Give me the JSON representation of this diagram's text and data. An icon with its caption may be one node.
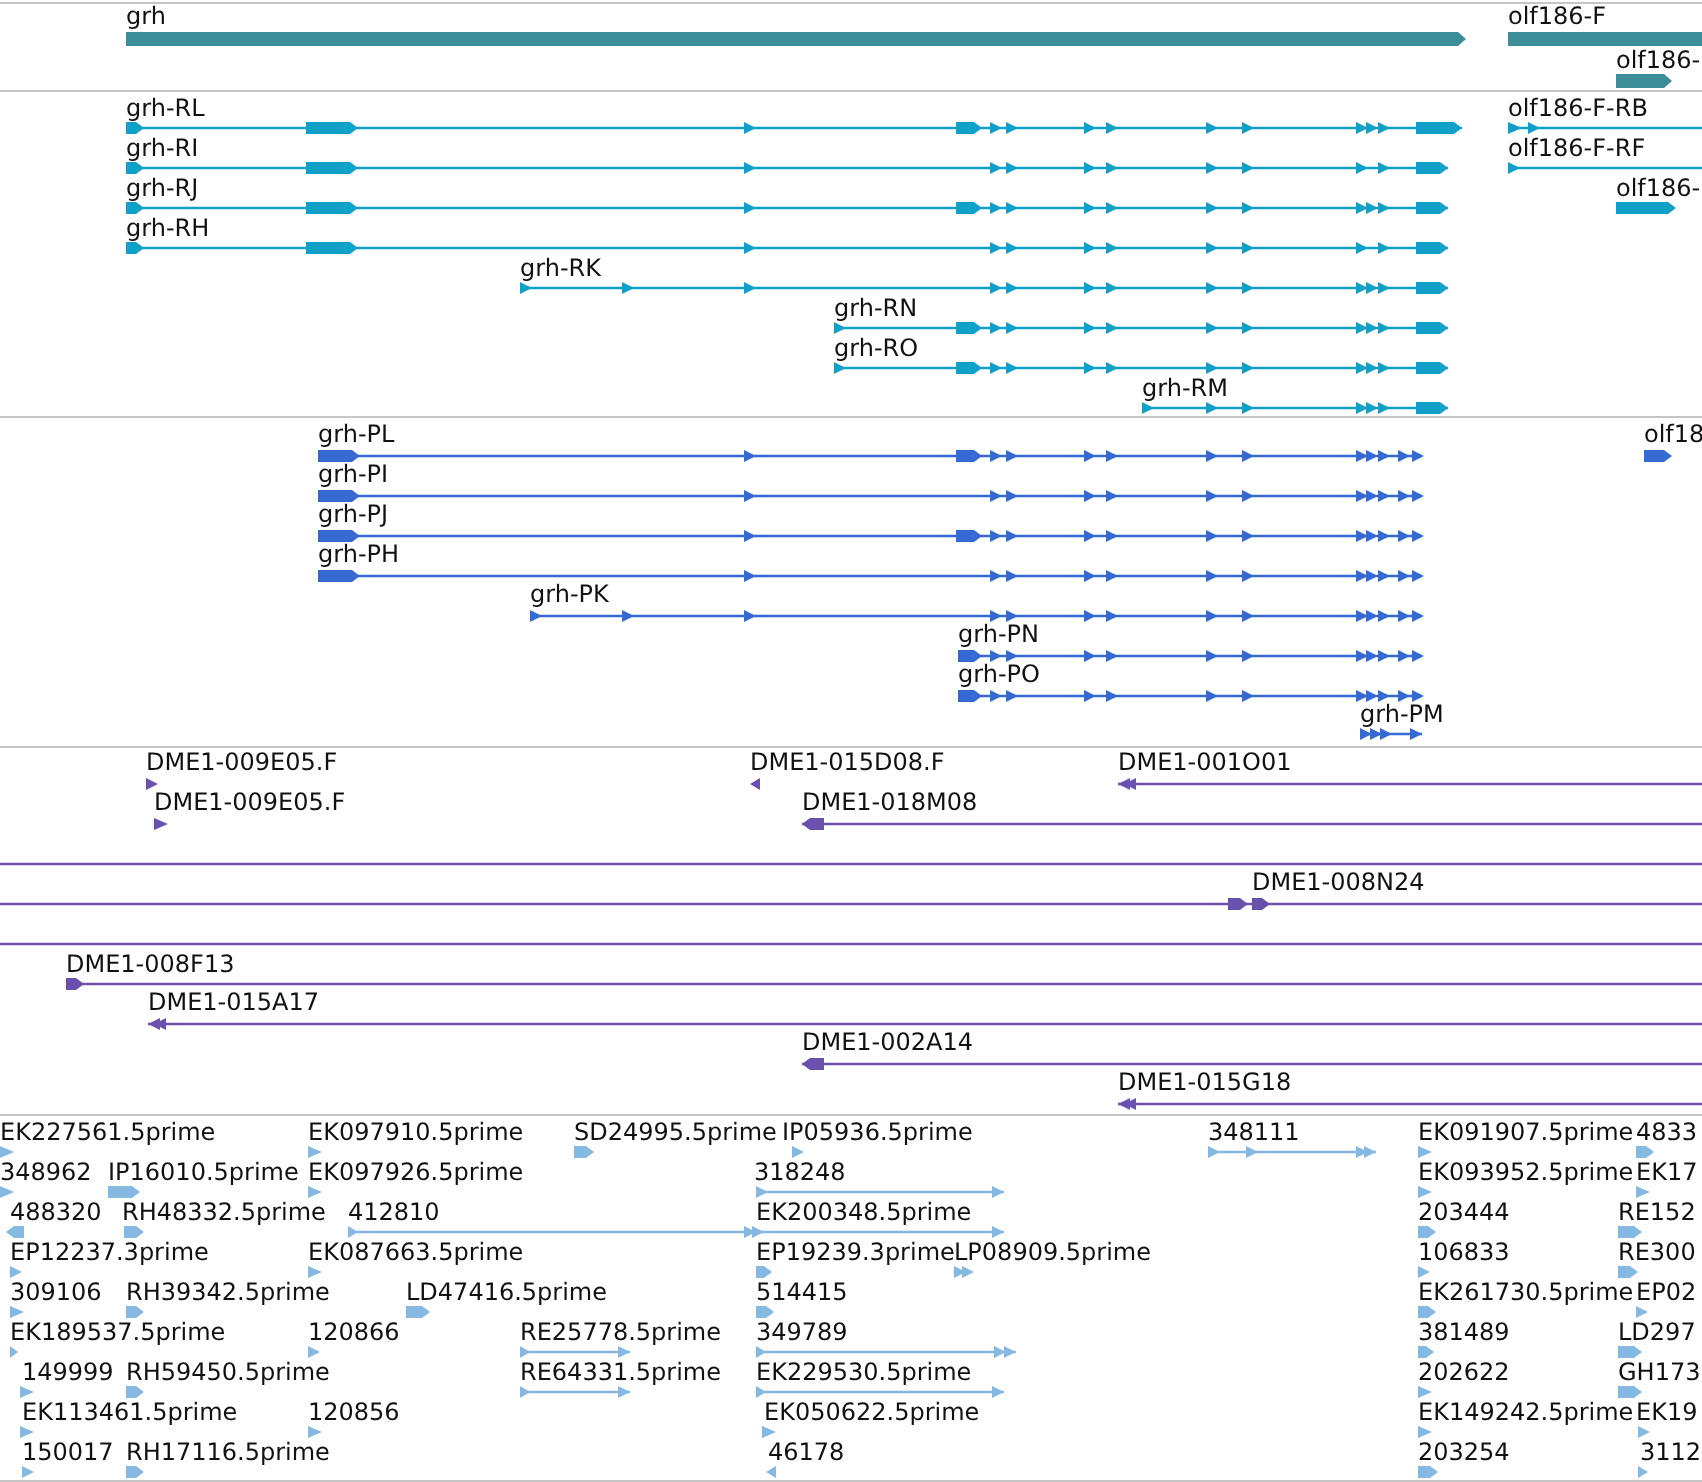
{
  "diagram": {
    "nodes": [
      {
        "text": [
          "grh"
        ]
      },
      {
        "text": [
          "olf186-F"
        ]
      },
      {
        "text": [
          "olf186-"
        ]
      },
      {
        "text": [
          "grh-RL"
        ]
      },
      {
        "text": [
          "olf186-F-RB"
        ]
      },
      {
        "text": [
          "grh-RI"
        ]
      },
      {
        "text": [
          "olf186-F-RF"
        ]
      },
      {
        "text": [
          "grh-RJ"
        ]
      },
      {
        "text": [
          "olf186-"
        ]
      },
      {
        "text": [
          "grh-RH"
        ]
      },
      {
        "text": [
          "grh-RK"
        ]
      },
      {
        "text": [
          "grh-RN"
        ]
      },
      {
        "text": [
          "grh-RO"
        ]
      },
      {
        "text": [
          "grh-RM"
        ]
      },
      {
        "text": [
          "grh-PL"
        ]
      },
      {
        "text": [
          "olf18"
        ]
      },
      {
        "text": [
          "grh-PI"
        ]
      },
      {
        "text": [
          "grh-PJ"
        ]
      },
      {
        "text": [
          "grh-PH"
        ]
      },
      {
        "text": [
          "grh-PK"
        ]
      },
      {
        "text": [
          "grh-PN"
        ]
      },
      {
        "text": [
          "grh-PO"
        ]
      },
      {
        "text": [
          "grh-PM"
        ]
      },
      {
        "text": [
          "DME1-009E05.F"
        ]
      },
      {
        "text": [
          "DME1-015D08.F"
        ]
      },
      {
        "text": [
          "DME1-001O01"
        ]
      },
      {
        "text": [
          "DME1-009E05.F"
        ]
      },
      {
        "text": [
          "DME1-018M08"
        ]
      },
      {
        "text": [],
        "shape": "line"
      },
      {
        "text": [
          "DME1-008N24"
        ]
      },
      {
        "text": [],
        "shape": "line"
      },
      {
        "text": [
          "DME1-008F13"
        ]
      },
      {
        "text": [
          "DME1-015A17"
        ]
      },
      {
        "text": [
          "DME1-002A14"
        ]
      },
      {
        "text": [
          "DME1-015G18"
        ]
      },
      {
        "text": [
          "EK227561.5prime"
        ]
      },
      {
        "text": [
          "EK097910.5prime"
        ]
      },
      {
        "text": [
          "SD24995.5prime"
        ]
      },
      {
        "text": [
          "IP05936.5prime"
        ]
      },
      {
        "text": [
          "348111"
        ]
      },
      {
        "text": [
          "EK091907.5prime"
        ]
      },
      {
        "text": [
          "4833"
        ]
      },
      {
        "text": [
          "348962"
        ]
      },
      {
        "text": [
          "IP16010.5prime"
        ]
      },
      {
        "text": [
          "EK097926.5prime"
        ]
      },
      {
        "text": [
          "318248"
        ]
      },
      {
        "text": [
          "EK093952.5prime"
        ]
      },
      {
        "text": [
          "EK17"
        ]
      },
      {
        "text": [
          "488320"
        ]
      },
      {
        "text": [
          "RH48332.5prime"
        ]
      },
      {
        "text": [
          "412810"
        ]
      },
      {
        "text": [
          "EK200348.5prime"
        ]
      },
      {
        "text": [
          "203444"
        ]
      },
      {
        "text": [
          "RE152"
        ]
      },
      {
        "text": [
          "EP12237.3prime"
        ]
      },
      {
        "text": [
          "EK087663.5prime"
        ]
      },
      {
        "text": [
          "EP19239.3prime"
        ]
      },
      {
        "text": [
          "LP08909.5prime"
        ]
      },
      {
        "text": [
          "106833"
        ]
      },
      {
        "text": [
          "RE300"
        ]
      },
      {
        "text": [
          "309106"
        ]
      },
      {
        "text": [
          "RH39342.5prime"
        ]
      },
      {
        "text": [
          "LD47416.5prime"
        ]
      },
      {
        "text": [
          "514415"
        ]
      },
      {
        "text": [
          "EK261730.5prime"
        ]
      },
      {
        "text": [
          "EP02"
        ]
      },
      {
        "text": [
          "EK189537.5prime"
        ]
      },
      {
        "text": [
          "120866"
        ]
      },
      {
        "text": [
          "RE25778.5prime"
        ]
      },
      {
        "text": [
          "349789"
        ]
      },
      {
        "text": [
          "381489"
        ]
      },
      {
        "text": [
          "LD297"
        ]
      },
      {
        "text": [
          "149999"
        ]
      },
      {
        "text": [
          "RH59450.5prime"
        ]
      },
      {
        "text": [
          "RE64331.5prime"
        ]
      },
      {
        "text": [
          "EK229530.5prime"
        ]
      },
      {
        "text": [
          "202622"
        ]
      },
      {
        "text": [
          "GH173"
        ]
      },
      {
        "text": [
          "EK113461.5prime"
        ]
      },
      {
        "text": [
          "120856"
        ]
      },
      {
        "text": [
          "EK050622.5prime"
        ]
      },
      {
        "text": [
          "EK149242.5prime"
        ]
      },
      {
        "text": [
          "EK19"
        ]
      },
      {
        "text": [
          "150017"
        ]
      },
      {
        "text": [
          "RH17116.5prime"
        ]
      },
      {
        "text": [
          "46178"
        ]
      },
      {
        "text": [
          "203254"
        ]
      },
      {
        "text": [
          "3112"
        ]
      }
    ]
  }
}
